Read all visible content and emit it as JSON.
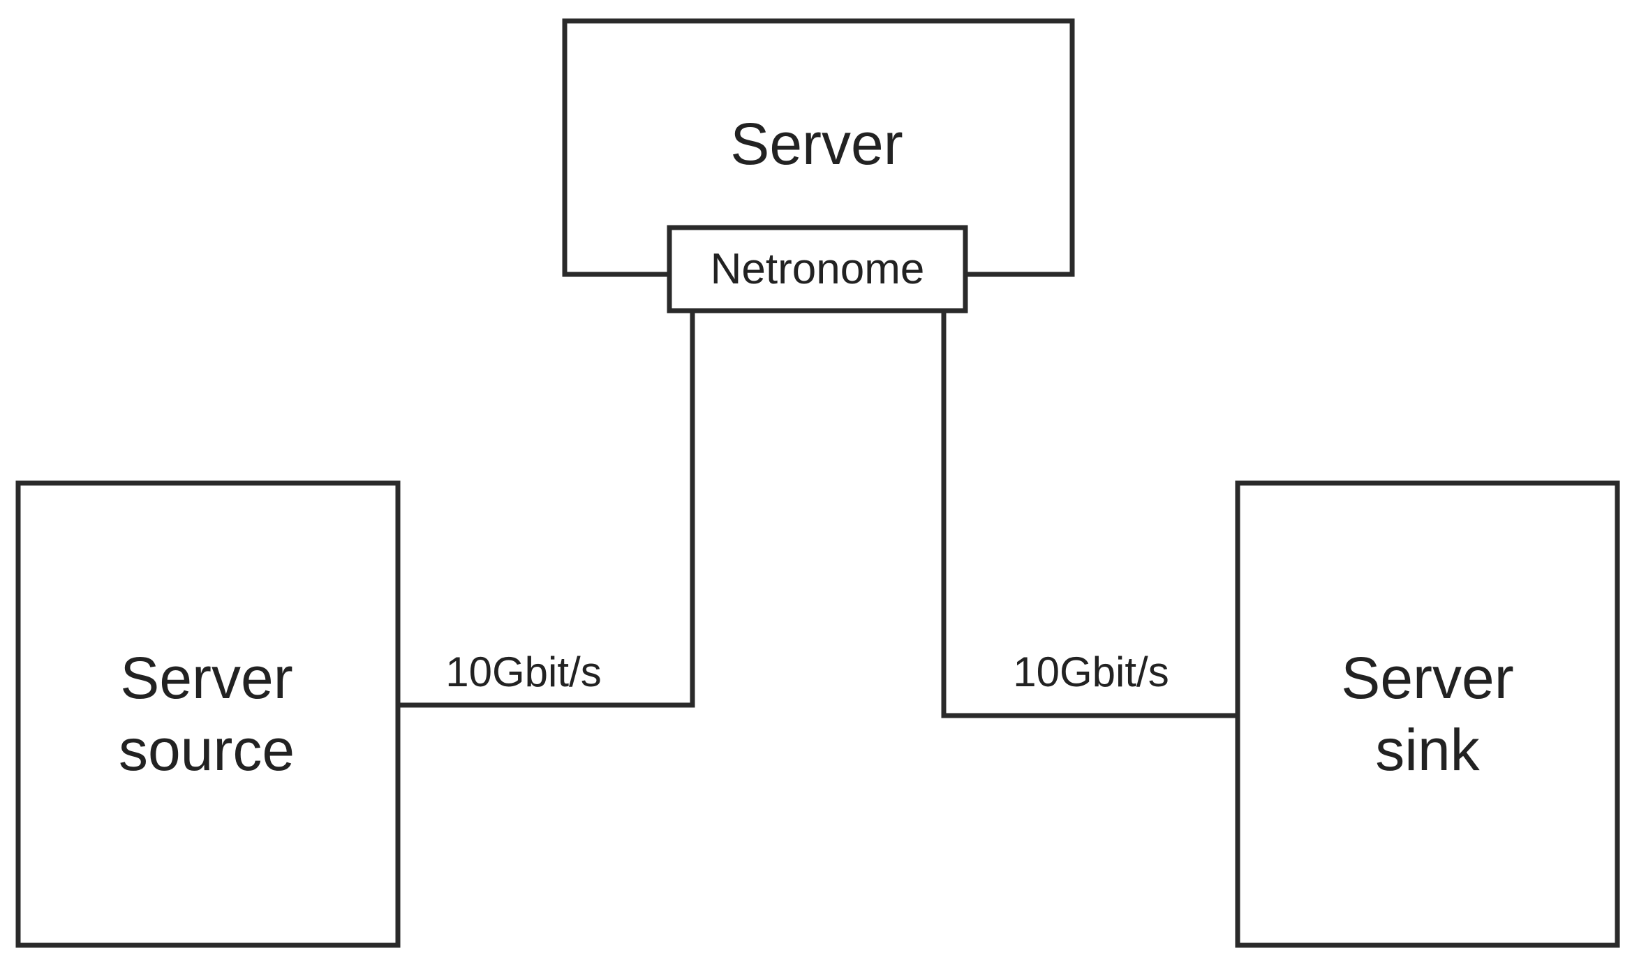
{
  "nodes": {
    "server": {
      "label": "Server"
    },
    "netronome": {
      "label": "Netronome"
    },
    "source": {
      "label_line1": "Server",
      "label_line2": "source"
    },
    "sink": {
      "label_line1": "Server",
      "label_line2": "sink"
    }
  },
  "links": {
    "source_to_netronome": {
      "label": "10Gbit/s"
    },
    "netronome_to_sink": {
      "label": "10Gbit/s"
    }
  },
  "colors": {
    "stroke": "#2a2a2a",
    "text": "#222222",
    "background": "#ffffff"
  }
}
